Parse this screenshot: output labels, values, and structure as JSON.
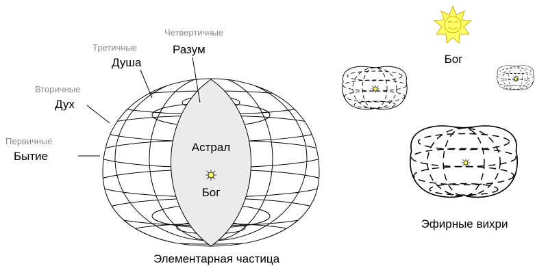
{
  "particle": {
    "caption": "Элементарная частица",
    "center_top": "Астрал",
    "center_bottom": "Бог",
    "levels": [
      {
        "sub": "Первичные",
        "main": "Бытие"
      },
      {
        "sub": "Вторичные",
        "main": "Дух"
      },
      {
        "sub": "Третичные",
        "main": "Душа"
      },
      {
        "sub": "Четвертичные",
        "main": "Разум"
      }
    ]
  },
  "right": {
    "god_label": "Бог",
    "caption": "Эфирные вихри"
  },
  "colors": {
    "sun_fill": "#ffff66",
    "sun_stroke": "#d4b000",
    "lens_fill": "#ebebeb",
    "sub_label": "#8a8a8a"
  },
  "icons": {
    "sun": "sun-face-icon",
    "small_sun": "small-sun-icon"
  }
}
